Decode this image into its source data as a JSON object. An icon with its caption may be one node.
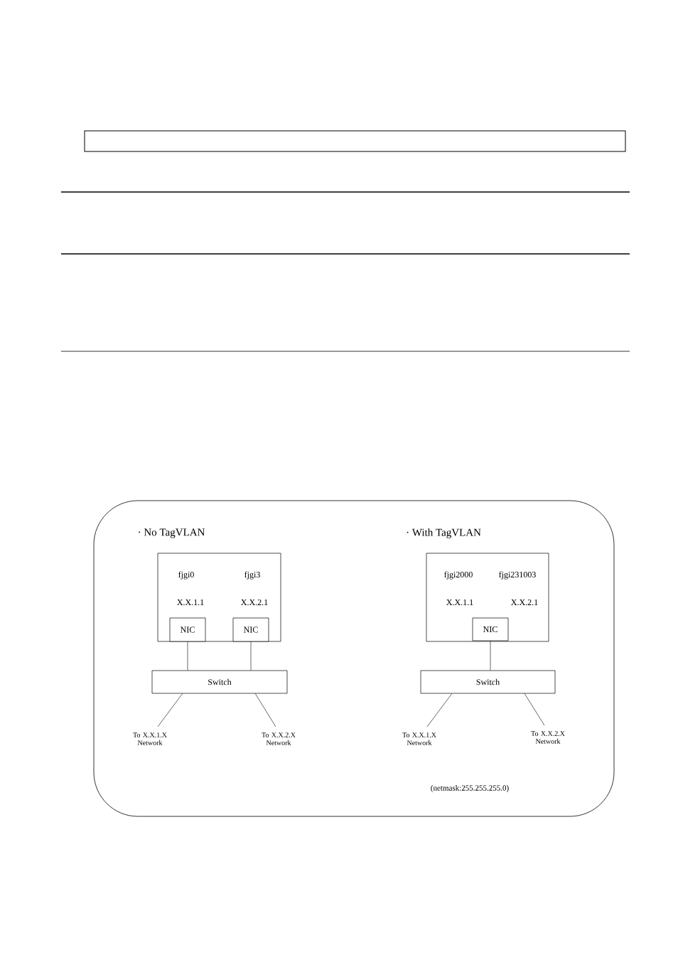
{
  "diagram": {
    "nodes": [
      {
        "text": [],
        "shape": "box"
      },
      {
        "text": [
          "fjgi0",
          "fjgi3",
          "X.X.1.1",
          "X.X.2.1"
        ],
        "in": 0
      },
      {
        "text": [
          "NIC"
        ],
        "in": 1
      },
      {
        "text": [
          "NIC"
        ],
        "in": 1
      },
      {
        "text": [
          "Switch"
        ],
        "in": 0
      },
      {
        "text": [
          "To X.X.1.X Network"
        ],
        "in": 0
      },
      {
        "text": [
          "To X.X.2.X Network"
        ],
        "in": 0
      },
      {
        "text": [
          "fjgi2000",
          "fjgi231003",
          "X.X.1.1",
          "X.X.2.1"
        ],
        "in": 0
      },
      {
        "text": [
          "NIC"
        ],
        "in": 7
      },
      {
        "text": [
          "Switch"
        ],
        "in": 0
      },
      {
        "text": [
          "To X.X.1.X Network"
        ],
        "in": 0
      },
      {
        "text": [
          "To X.X.2.X Network"
        ],
        "in": 0
      }
    ],
    "edges": [
      {
        "from": 2,
        "to": 4,
        "arrow": "none"
      },
      {
        "from": 3,
        "to": 4,
        "arrow": "none"
      },
      {
        "from": 4,
        "to": 5,
        "arrow": "none"
      },
      {
        "from": 4,
        "to": 6,
        "arrow": "none"
      },
      {
        "from": 8,
        "to": 9,
        "arrow": "none"
      },
      {
        "from": 9,
        "to": 10,
        "arrow": "none"
      },
      {
        "from": 9,
        "to": 11,
        "arrow": "none"
      }
    ],
    "labels": [
      "· No TagVLAN",
      "· With TagVLAN",
      "(netmask:255.255.255.0)"
    ]
  }
}
